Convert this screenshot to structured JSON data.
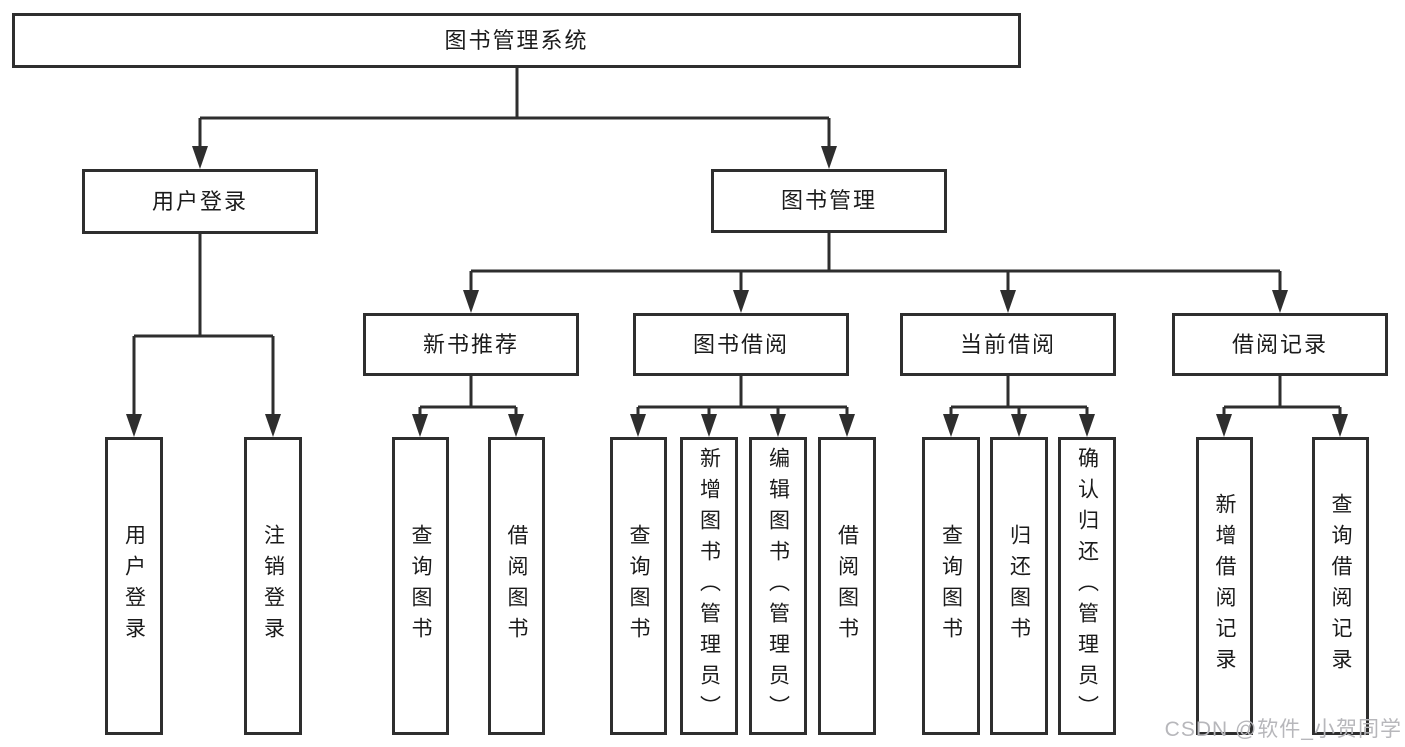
{
  "colors": {
    "line": "#2e2e2e",
    "box_border": "#2e2e2e",
    "box_background": "#ffffff",
    "text": "#1b1b1b",
    "watermark": "#b7b7bb"
  },
  "tree": {
    "label": "图书管理系统",
    "children": [
      {
        "label": "用户登录",
        "children": [
          {
            "label": "用户登录"
          },
          {
            "label": "注销登录"
          }
        ]
      },
      {
        "label": "图书管理",
        "children": [
          {
            "label": "新书推荐",
            "children": [
              {
                "label": "查询图书"
              },
              {
                "label": "借阅图书"
              }
            ]
          },
          {
            "label": "图书借阅",
            "children": [
              {
                "label": "查询图书"
              },
              {
                "label": "新增图书（管理员）"
              },
              {
                "label": "编辑图书（管理员）"
              },
              {
                "label": "借阅图书"
              }
            ]
          },
          {
            "label": "当前借阅",
            "children": [
              {
                "label": "查询图书"
              },
              {
                "label": "归还图书"
              },
              {
                "label": "确认归还（管理员）"
              }
            ]
          },
          {
            "label": "借阅记录",
            "children": [
              {
                "label": "新增借阅记录"
              },
              {
                "label": "查询借阅记录"
              }
            ]
          }
        ]
      }
    ]
  },
  "watermark": {
    "text": "CSDN @软件_小贺同学"
  }
}
